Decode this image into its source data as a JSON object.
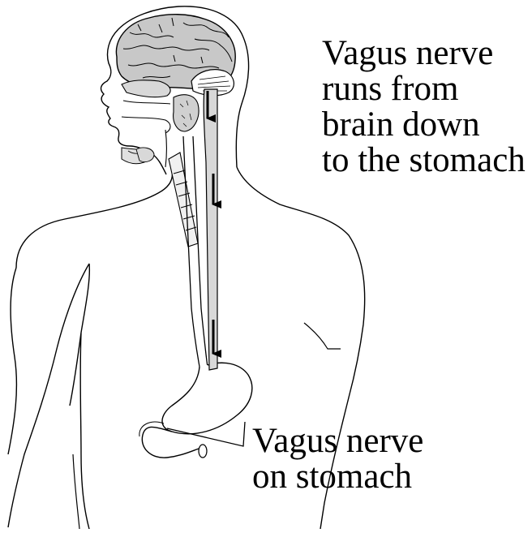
{
  "labels": {
    "nerve_path": [
      "Vagus nerve",
      "runs from",
      "brain down",
      "to the stomach"
    ],
    "stomach": [
      "Vagus nerve",
      "on stomach"
    ]
  },
  "colors": {
    "outline": "#000000",
    "nerve_fill": "#d8d8d8",
    "brain_fill": "#c8c8c8",
    "background": "#ffffff"
  },
  "arrow_count": 3
}
